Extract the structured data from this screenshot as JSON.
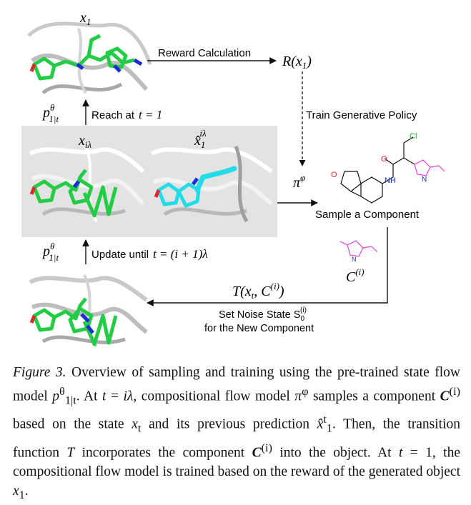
{
  "labels": {
    "x1": "x",
    "x1_sub": "1",
    "reward_calc": "Reward Calculation",
    "reward_R": "R(x",
    "reward_R_sub": "1",
    "reward_R_close": ")",
    "train_policy": "Train Generative Policy",
    "reach_at": "Reach at",
    "reach_t": "t = 1",
    "p_base": "p",
    "p_sup": "θ",
    "p_sub": "1|t",
    "x_ilambda": "x",
    "x_ilambda_sub": "iλ",
    "xhat": "x̂",
    "xhat_sub": "1",
    "xhat_sup": "iλ",
    "pi_phi": "π",
    "pi_sup": "φ",
    "sample_component": "Sample a Component",
    "update_until": "Update until",
    "update_t": "t = (i + 1)λ",
    "c_i": "C",
    "c_i_sup": "(i)",
    "transition": "T(x",
    "transition_sub": "t",
    "transition_rest": ", C",
    "transition_sup": "(i)",
    "transition_close": ")",
    "set_noise": "Set Noise State S",
    "set_noise_sub": "0",
    "set_noise_sup": "(i)",
    "for_new": "for the New Component",
    "mol_cl": "Cl",
    "mol_o1": "O",
    "mol_o2": "O",
    "mol_nh": "NH",
    "mol_n": "N"
  },
  "caption": {
    "fig_label": "Figure 3.",
    "part1": " Overview of sampling and training using the pre-trained state flow model ",
    "p_base": "p",
    "p_sup": "θ",
    "p_sub": "1|t",
    "part2": ". At ",
    "t1": "t",
    "part3": " = ",
    "ilambda": "iλ",
    "part4": ", compositional flow model ",
    "pi": "π",
    "pi_sup": "φ",
    "part5": " samples a component ",
    "C": "C",
    "C_sup": "(i)",
    "part6": " based on the state ",
    "xt": "x",
    "xt_sub": "t",
    "part7": " and its previous prediction ",
    "xhat": "x̂",
    "xhat_sup": "t",
    "xhat_sub": "1",
    "part8": ". Then, the transition function ",
    "T": "T",
    "part9": " incorporates the component ",
    "C2": "C",
    "C2_sup": "(i)",
    "part10": " into the object. At ",
    "t2": "t",
    "part11": " = 1, the compositional flow model is trained based on the reward of the generated object ",
    "x1": "x",
    "x1_sub": "1",
    "part12": "."
  },
  "colors": {
    "panel_bg": "#e3e3e3",
    "ligand_green": "#22cc44",
    "ligand_cyan": "#22dde8",
    "nitrogen_blue": "#1c2dd6",
    "oxygen_red": "#e02a2a",
    "molecule_magenta": "#e83ae0",
    "arrow": "#111111"
  }
}
